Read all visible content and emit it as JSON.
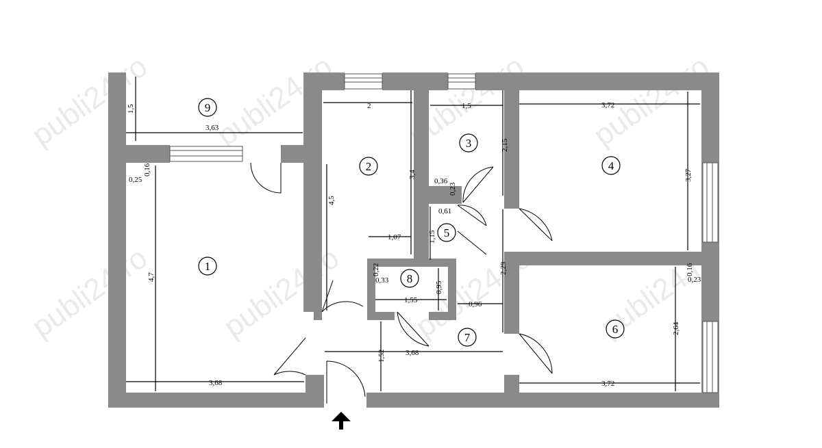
{
  "watermark": "publi24.ro",
  "rooms": [
    {
      "id": "room-1",
      "label": "1"
    },
    {
      "id": "room-2",
      "label": "2"
    },
    {
      "id": "room-3",
      "label": "3"
    },
    {
      "id": "room-4",
      "label": "4"
    },
    {
      "id": "room-5",
      "label": "5"
    },
    {
      "id": "room-6",
      "label": "6"
    },
    {
      "id": "room-7",
      "label": "7"
    },
    {
      "id": "room-8",
      "label": "8"
    },
    {
      "id": "room-9",
      "label": "9"
    }
  ],
  "dimensions": {
    "d9_height": "1,5",
    "d9_width": "3,63",
    "d1_height": "4,7",
    "d1_width": "3,68",
    "d1_corner_a": "0,16",
    "d1_corner_b": "0,25",
    "d2_width": "2",
    "d2_height_right": "3,4",
    "d2_height_left": "4,5",
    "d2_sub_width": "1,07",
    "d3_width": "1,5",
    "d3_height": "2,15",
    "d3_corner_a": "0,36",
    "d3_corner_b": "0,23",
    "d5_corner": "0,61",
    "d5_height": "1,15",
    "d8_corner_a": "0,22",
    "d8_corner_b": "0,33",
    "d8_width": "1,55",
    "d8_height": "0,95",
    "d7_gap": "0,96",
    "d7_hall_height": "2,29",
    "d7_width": "3,68",
    "d7_height": "1,52",
    "d4_width": "3,72",
    "d4_height": "3,27",
    "d6_width": "3,72",
    "d6_height": "2,64",
    "d6_corner_a": "0,16",
    "d6_corner_b": "0,23"
  },
  "entrance_icon": "arrow-up-icon"
}
